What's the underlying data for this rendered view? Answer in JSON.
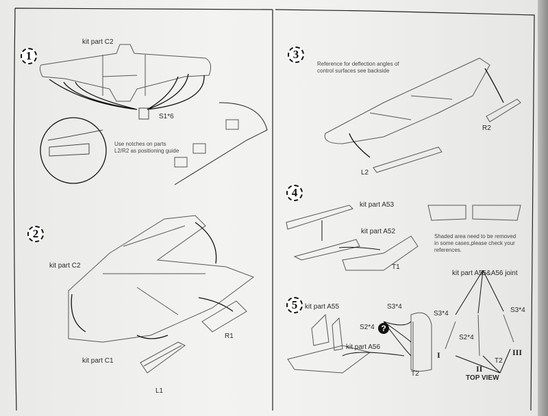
{
  "steps": {
    "s1": {
      "number": "1",
      "kit_part": "kit part C2",
      "part": "S1*6",
      "note_line1": "Use notches on parts",
      "note_line2": "L2/R2 as positioning guide"
    },
    "s2": {
      "number": "2",
      "kit_part_top": "kit part C2",
      "kit_part_bottom": "kit part C1",
      "left": "L1",
      "right": "R1"
    },
    "s3": {
      "number": "3",
      "note_line1": "Reference for deflection angles of",
      "note_line2": "control surfaces see backside",
      "left": "L2",
      "right": "R2"
    },
    "s4": {
      "number": "4",
      "kit_part_top": "kit part A53",
      "kit_part_mid": "kit part A52",
      "part": "T1",
      "note_line1": "Shaded area need to be removed",
      "note_line2": "in some cases,please check your",
      "note_line3": "references."
    },
    "s5": {
      "number": "5",
      "kit_part_a55": "kit part A55",
      "kit_part_a56": "kit part A56",
      "s3": "S3*4",
      "s2": "S2*4",
      "question": "?",
      "t2": "T2",
      "joint": "kit part A55&A56 joint",
      "s3_left": "S3*4",
      "s3_right": "S3*4",
      "s2_mid": "S2*4",
      "t2_view": "T2",
      "roman_1": "I",
      "roman_2": "II",
      "roman_3": "III",
      "top_view": "TOP VIEW"
    }
  }
}
